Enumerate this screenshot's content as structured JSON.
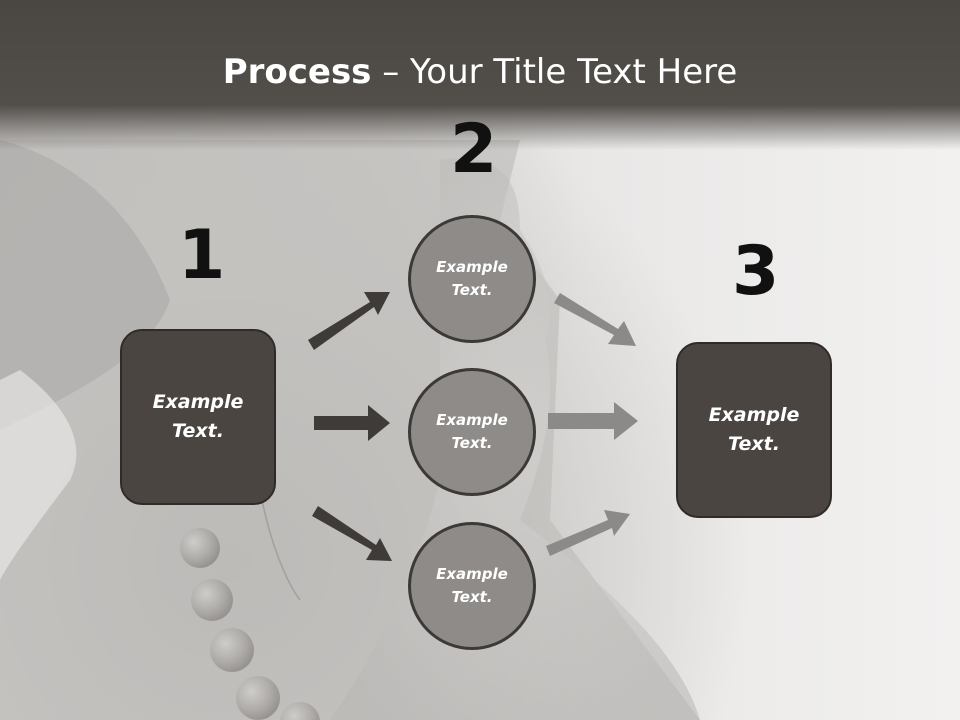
{
  "slide": {
    "title_bold": "Process",
    "title_rest": " – Your Title Text Here"
  },
  "steps": {
    "one": "1",
    "two": "2",
    "three": "3"
  },
  "left_box": {
    "text_line1": "Example",
    "text_line2": "Text."
  },
  "right_box": {
    "text_line1": "Example",
    "text_line2": "Text."
  },
  "circles": [
    {
      "line1": "Example",
      "line2": "Text."
    },
    {
      "line1": "Example",
      "line2": "Text."
    },
    {
      "line1": "Example",
      "line2": "Text."
    }
  ],
  "colors": {
    "header": "#4a4642",
    "box_fill": "#4a4541",
    "circle_fill": "#8e8b88",
    "dark_arrow": "#3f3b38",
    "light_arrow": "#8c8a88"
  }
}
